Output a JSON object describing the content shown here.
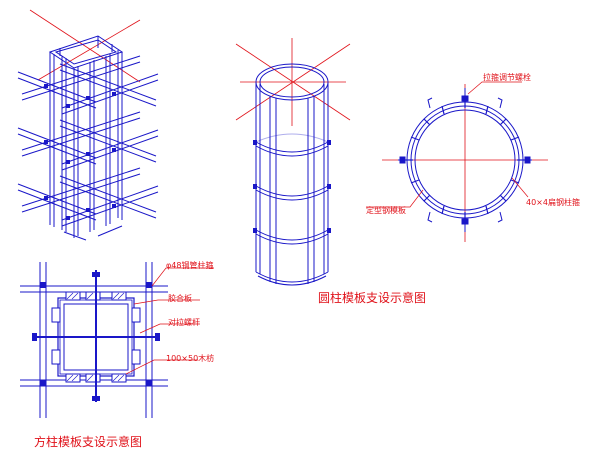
{
  "round_column": {
    "caption": "圆柱模板支设示意图",
    "labels": {
      "adjust_bolt": "拉箍调节螺栓",
      "steel_formwork": "定型钢模板",
      "flat_steel_hoop": "40×4扁钢柱箍"
    }
  },
  "square_column": {
    "caption": "方柱模板支设示意图",
    "labels": {
      "steel_pipe_hoop": "φ48钢管柱箍",
      "plywood": "胶合板",
      "tie_bolt": "对拉螺杆",
      "timber": "100×50木枋"
    }
  },
  "colors": {
    "structure": "#1a17c8",
    "annotation": "#e0121a",
    "background": "#ffffff"
  }
}
